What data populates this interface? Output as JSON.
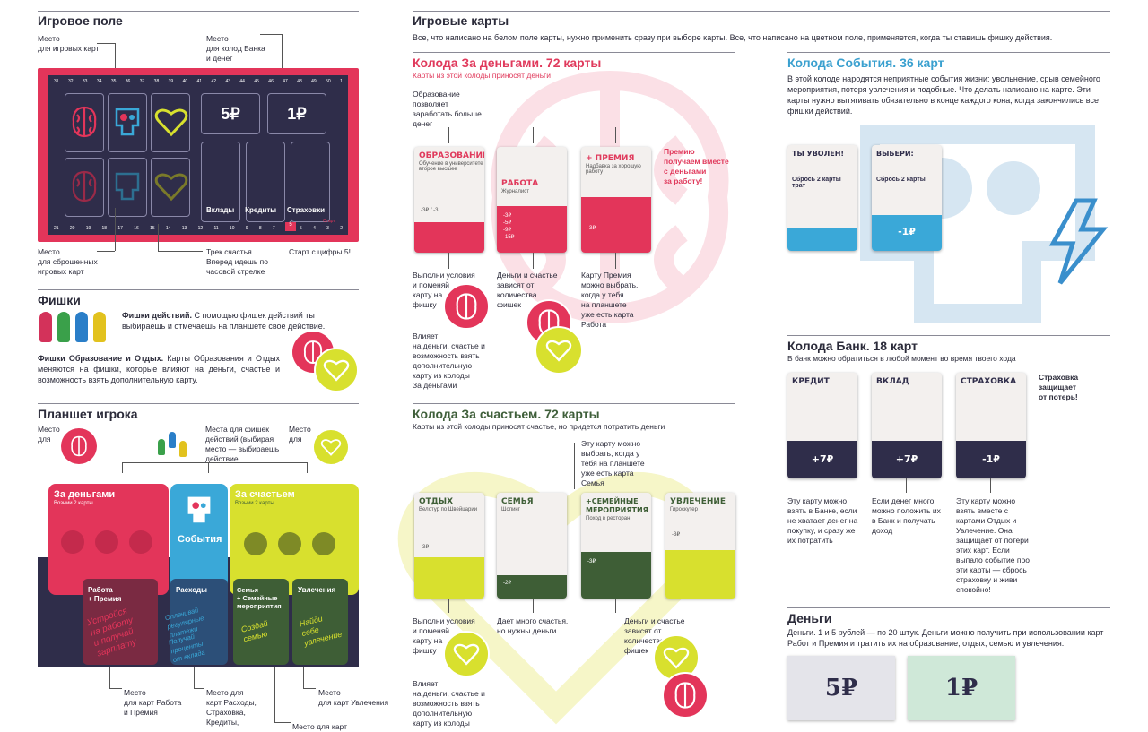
{
  "left": {
    "field_title": "Игровое поле",
    "label_cards_place": "Место\nдля игровых карт",
    "label_bank_place": "Место\nдля колод Банка\nи денег",
    "label_discard_place": "Место\nдля сброшенных\nигровых карт",
    "label_track": "Трек счастья.\nВперед идешь по\nчасовой стрелке",
    "label_start": "Старт с цифры 5!",
    "board_money": [
      "5₽",
      "1₽"
    ],
    "board_slots": [
      "Вклады",
      "Кредиты",
      "Страховки"
    ],
    "board_start": "Старт",
    "board_start_num": "5",
    "track_top": [
      "31",
      "32",
      "33",
      "34",
      "35",
      "36",
      "37",
      "38",
      "39",
      "40",
      "41",
      "42",
      "43",
      "44",
      "45",
      "46",
      "47",
      "48",
      "49",
      "50",
      "1"
    ],
    "track_bottom": [
      "21",
      "20",
      "19",
      "18",
      "17",
      "16",
      "15",
      "14",
      "13",
      "12",
      "11",
      "10",
      "9",
      "8",
      "7",
      "6",
      "5",
      "4",
      "3",
      "2"
    ],
    "chips_title": "Фишки",
    "chips_action_bold": "Фишки действий.",
    "chips_action_text": " С помощью фишек действий ты выбираешь и отмечаешь на планшете свое действие.",
    "chips_edu_bold": "Фишки Образование и Отдых.",
    "chips_edu_text": " Карты Образования и Отдых меняются на фишки, которые влияют на деньги, счастье и возможность взять дополнительную карту.",
    "tablet_title": "Планшет игрока",
    "tablet_label_left": "Место\nдля",
    "tablet_label_mid": "Места для фишек\nдействий (выбирая\nместо — выбираешь\nдействие",
    "tablet_label_right": "Место\nдля",
    "tablet_sections": [
      "За деньгами",
      "События",
      "За счастьем"
    ],
    "tablet_bottom": [
      "Работа\n+ Премия",
      "Расходы",
      "Семья\n+ Семейные\nмероприятия",
      "Увлечения"
    ],
    "tablet_scripts": [
      "Устройся\nна работу\nи получай\nзарплату",
      "Оплачивай\nрегулярные\nплатежи",
      "Получай\nпроценты\nот вклада",
      "Создай\nсемью",
      "Найди\nсебе\nувлечение"
    ],
    "tablet_subs": [
      "Возьми 2 карты.",
      "Возьми 2 карты."
    ],
    "tablet_label_work": "Место\nдля карт Работа\nи Премия",
    "tablet_label_exp": "Место для\nкарт Расходы,\nСтраховка,\nКредиты,",
    "tablet_label_hobby": "Место\nдля карт Увлечения",
    "tablet_label_family": "Место для карт"
  },
  "mid": {
    "title": "Игровые карты",
    "intro": "Все, что написано на белом поле карты, нужно применить сразу при выборе карты. Все, что написано на цветном поле, применяется, когда ты ставишь фишку действия.",
    "money_title": "Колода За деньгами. 72 карты",
    "money_sub": "Карты из этой колоды приносят деньги",
    "money_note_top": "Образование\nпозволяет\nзаработать больше\nденег",
    "money_note_bonus": "Премию\nполучаем вместе\nс деньгами\nза работу!",
    "money_cards": [
      {
        "title": "Образование",
        "sub": "Обучение в университете\nвторое высшее",
        "vals": "-3₽ / -3"
      },
      {
        "title": "Работа",
        "sub": "Журналист",
        "vals": "-3₽\n-5₽\n-9₽\n-15₽"
      },
      {
        "title": "+ Премия",
        "sub": "Надбавка за хорошую\nработу",
        "vals": "-3₽"
      }
    ],
    "money_note_1": "Выполни условия\nи поменяй\nкарту на\nфишку",
    "money_note_2": "Деньги и счастье\nзависят от\nколичества\nфишек",
    "money_note_3": "Карту Премия\nможно выбрать,\nкогда у тебя\nна планшете\nуже есть карта\nРабота",
    "money_note_4": "Влияет\nна деньги, счастье и\nвозможность взять\nдополнительную\nкарту из колоды\nЗа деньгами",
    "happy_title": "Колода За счастьем. 72 карты",
    "happy_sub": "Карты из этой колоды приносят счастье, но придется потратить деньги",
    "happy_note_top": "Эту карту можно\nвыбрать, когда у\nтебя на планшете\nуже есть карта\nСемья",
    "happy_cards": [
      {
        "title": "Отдых",
        "sub": "Велотур по Швейцарии",
        "vals": "-3₽"
      },
      {
        "title": "Семья",
        "sub": "Шопинг",
        "vals": "-2₽"
      },
      {
        "title": "+Семейные мероприятия",
        "sub": "Поход в ресторан",
        "vals": "-3₽"
      },
      {
        "title": "Увлечение",
        "sub": "Гироскутер",
        "vals": "-3₽"
      }
    ],
    "happy_note_1": "Выполни условия\nи поменяй\nкарту на\nфишку",
    "happy_note_2": "Дает много счастья,\nно нужны деньги",
    "happy_note_3": "Деньги и счастье\nзависят от\nколичества\nфишек",
    "happy_note_4": "Влияет\nна деньги, счастье и\nвозможность взять\nдополнительную\nкарту из колоды"
  },
  "right": {
    "events_title": "Колода События. 36 карт",
    "events_text": "В этой колоде нарoдятся неприятные события жизни: увольнение, срыв семейного мероприятия, потеря увлечения и подобные. Что делать написано на карте. Эти карты нужно вытягивать обязательно в конце каждого кона, когда закончились все фишки действий.",
    "event_cards": [
      {
        "title": "Ты уволен!",
        "body": "Сбрось 2 карты трат",
        "vals": ""
      },
      {
        "title": "Выбери:",
        "body": "Сбрось 2 карты",
        "vals": "-1₽"
      }
    ],
    "bank_title": "Колода Банк. 18 карт",
    "bank_sub": "В банк можно обратиться в любой момент во время твоего хода",
    "bank_cards": [
      {
        "title": "Кредит",
        "vals": "+7₽"
      },
      {
        "title": "Вклад",
        "vals": "+7₽"
      },
      {
        "title": "Страховка",
        "vals": "-1₽"
      }
    ],
    "bank_note_insurance": "Страховка\nзащищает\nот потерь!",
    "bank_note_1": "Эту карту можно\nвзять в Банке, если\nне хватает денег на\nпокупку, и сразу же\nих потратить",
    "bank_note_2": "Если денег много,\nможно положить их\nв Банк и получать\nдоход",
    "bank_note_3": "Эту карту можно\nвзять вместе с\nкартами Отдых и\nУвлечение. Она\nзащищает от потери\nэтих карт. Если\nвыпало событие про\nэти карты — сбрось\nстраховку и живи\nспокойно!",
    "cash_title": "Деньги",
    "cash_text": "Деньги. 1 и 5 рублей — по 20 штук. Деньги можно получить при использовании карт Работ и Премия и тратить их на образование, отдых, семью и увлечения.",
    "cash_notes": [
      "5₽",
      "1₽"
    ]
  },
  "colors": {
    "pink": "#e3355a",
    "navy": "#2f2d4a",
    "lime": "#d8e02e",
    "blue": "#3aa8d8",
    "green": "#3e5e36"
  }
}
